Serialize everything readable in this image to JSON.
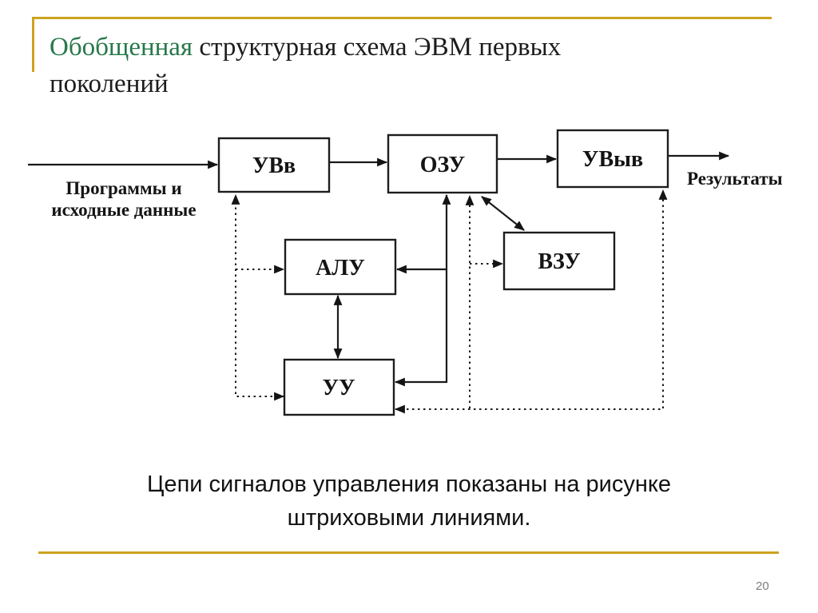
{
  "slide": {
    "title": {
      "highlight": "Обобщенная",
      "rest": " структурная схема ЭВМ первых поколений"
    },
    "caption_line1": "Цепи сигналов управления показаны на рисунке",
    "caption_line2": "штриховыми линиями.",
    "page_number": "20",
    "colors": {
      "title_highlight": "#27784a",
      "title_text": "#1c1c1c",
      "accent_gold": "#cda21f",
      "diagram_ink": "#1a1a1a",
      "page_number_gray": "#7d7d7d",
      "background": "#ffffff"
    }
  },
  "diagram": {
    "blocks": {
      "uvv": {
        "label": "УВв"
      },
      "ozu": {
        "label": "ОЗУ"
      },
      "uvyv": {
        "label": "УВыв"
      },
      "alu": {
        "label": "АЛУ"
      },
      "vzu": {
        "label": "ВЗУ"
      },
      "uu": {
        "label": "УУ"
      }
    },
    "labels": {
      "input_line1": "Программы и",
      "input_line2": "исходные данные",
      "output": "Результаты"
    },
    "edges": [
      {
        "from": "input",
        "to": "УВв",
        "style": "solid",
        "direction": "into УВв"
      },
      {
        "from": "УВв",
        "to": "ОЗУ",
        "style": "solid",
        "direction": "into ОЗУ"
      },
      {
        "from": "ОЗУ",
        "to": "УВыв",
        "style": "solid",
        "direction": "into УВыв"
      },
      {
        "from": "УВыв",
        "to": "Результаты",
        "style": "solid",
        "direction": "out"
      },
      {
        "from": "ОЗУ",
        "to": "ВЗУ",
        "style": "solid",
        "direction": "both"
      },
      {
        "from": "АЛУ",
        "to": "УУ",
        "style": "solid",
        "direction": "both"
      },
      {
        "from": "УУ/ОЗУ bus",
        "to": "ОЗУ, АЛУ, УУ",
        "style": "solid",
        "direction": "arrows into ОЗУ (up), АЛУ (left), УУ (left)"
      },
      {
        "from": "УУ control",
        "to": "УВв",
        "style": "dashed",
        "direction": "into УВв"
      },
      {
        "from": "УУ control",
        "to": "АЛУ",
        "style": "dashed",
        "direction": "into АЛУ"
      },
      {
        "from": "УУ control",
        "to": "УУ left",
        "style": "dashed",
        "direction": "into УУ"
      },
      {
        "from": "УУ control",
        "to": "ОЗУ",
        "style": "dashed",
        "direction": "into ОЗУ"
      },
      {
        "from": "УУ control",
        "to": "ВЗУ",
        "style": "dashed",
        "direction": "into ВЗУ"
      },
      {
        "from": "УУ control",
        "to": "УВыв",
        "style": "dashed",
        "direction": "into УВыв"
      }
    ]
  }
}
